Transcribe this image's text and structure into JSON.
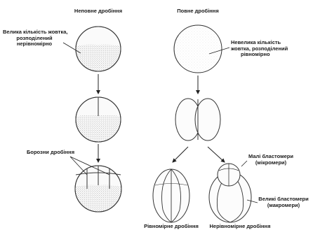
{
  "headers": {
    "incomplete": "Неповне дробіння",
    "complete": "Повне дробіння"
  },
  "annotations": {
    "large_yolk": [
      "Велика кількість жовтка,",
      "розподілений",
      "нерівномірно"
    ],
    "small_yolk": [
      "Невелика кількість",
      "жовтка, розподілений",
      "рівномірно"
    ],
    "furrows": "Борозни дробіння",
    "small_blastomeres": [
      "Малі бластомери",
      "(мікромери)"
    ],
    "large_blastomeres": [
      "Великі бластомери",
      "(макромери)"
    ]
  },
  "captions": {
    "equal": "Рівномірне дробіння",
    "unequal": "Нерівномірне дробіння"
  }
}
